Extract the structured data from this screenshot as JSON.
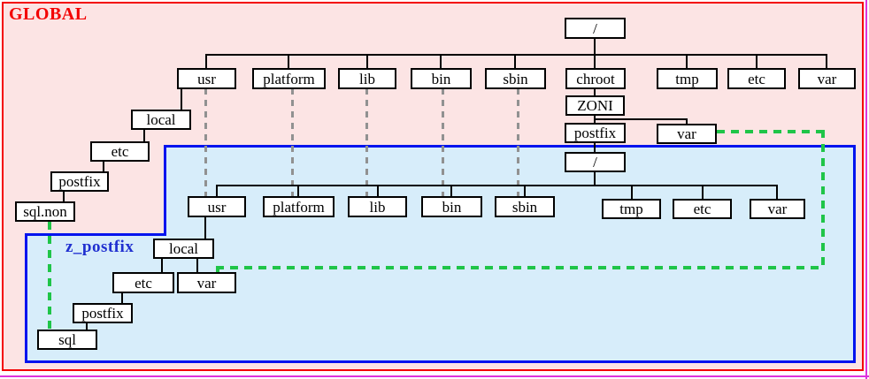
{
  "colors": {
    "outer_border": "#dd33dd",
    "global_border": "#f30000",
    "global_bg": "#fce4e4",
    "zone_border": "#0013ee",
    "zone_bg": "#d7edfa",
    "node_border": "#000000",
    "node_bg": "#ffffff",
    "gray_link": "#919191",
    "green_link": "#1fc548",
    "global_label_color": "#f30000",
    "zone_label_color": "#2030d0"
  },
  "global": {
    "label": "GLOBAL",
    "nodes": [
      "/",
      "usr",
      "platform",
      "lib",
      "bin",
      "sbin",
      "chroot",
      "tmp",
      "etc",
      "var",
      "local",
      "etc",
      "postfix",
      "sql.non",
      "ZONI",
      "postfix",
      "var"
    ]
  },
  "zone": {
    "label": "z_postfix",
    "nodes": [
      "/",
      "usr",
      "platform",
      "lib",
      "bin",
      "sbin",
      "tmp",
      "etc",
      "var",
      "local",
      "etc",
      "var",
      "postfix",
      "sql"
    ]
  },
  "dashed_links": [
    {
      "style": "gray-dashed",
      "from": "global:usr",
      "to": "zone:usr"
    },
    {
      "style": "gray-dashed",
      "from": "global:platform",
      "to": "zone:platform"
    },
    {
      "style": "gray-dashed",
      "from": "global:lib",
      "to": "zone:lib"
    },
    {
      "style": "gray-dashed",
      "from": "global:bin",
      "to": "zone:bin"
    },
    {
      "style": "gray-dashed",
      "from": "global:sbin",
      "to": "zone:sbin"
    },
    {
      "style": "green-dashed",
      "from": "global:chroot/ZONI var",
      "to": "zone:/usr/local/var"
    },
    {
      "style": "green-dashed",
      "from": "global:sql.non",
      "to": "zone:sql"
    }
  ]
}
